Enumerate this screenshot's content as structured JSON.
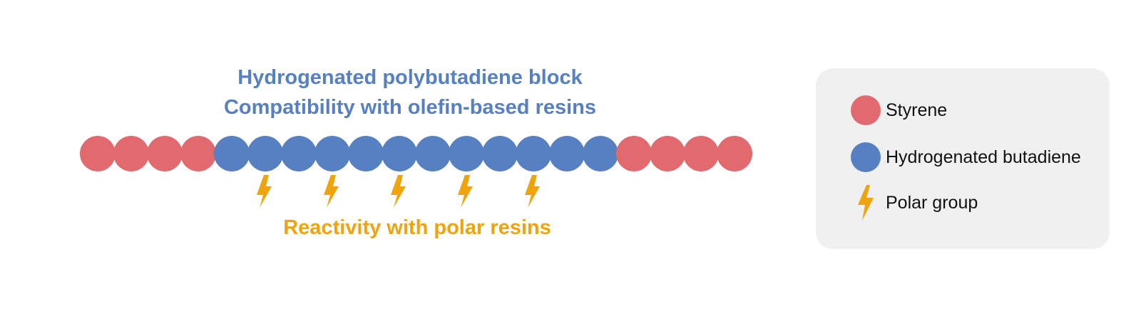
{
  "captions": {
    "block_line1": "Hydrogenated polybutadiene block",
    "block_line2": "Compatibility with olefin-based resins",
    "reactivity": "Reactivity with polar resins"
  },
  "chain": {
    "sequence": [
      "styrene",
      "styrene",
      "styrene",
      "styrene",
      "butadiene",
      "butadiene",
      "butadiene",
      "butadiene",
      "butadiene",
      "butadiene",
      "butadiene",
      "butadiene",
      "butadiene",
      "butadiene",
      "butadiene",
      "butadiene",
      "styrene",
      "styrene",
      "styrene",
      "styrene"
    ],
    "polar_group_positions": [
      5,
      7,
      9,
      11,
      13
    ]
  },
  "legend": {
    "items": [
      {
        "kind": "styrene",
        "label": "Styrene",
        "icon": "red-circle-icon"
      },
      {
        "kind": "butadiene",
        "label": "Hydrogenated butadiene",
        "icon": "blue-circle-icon"
      },
      {
        "kind": "polar",
        "label": "Polar group",
        "icon": "lightning-bolt-icon"
      }
    ]
  },
  "colors": {
    "styrene": "#e06a6e",
    "butadiene": "#5680c2",
    "polar": "#f0a30a",
    "block_text": "#5680c2",
    "reactivity_text": "#f0a30a",
    "legend_bg": "#f0f0f0"
  }
}
